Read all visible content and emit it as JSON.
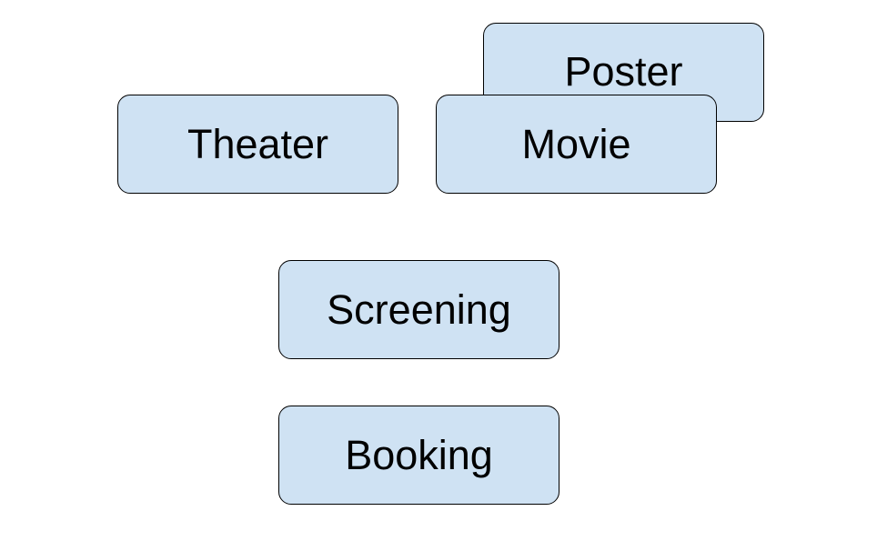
{
  "colors": {
    "node_fill": "#cfe2f3",
    "node_border": "#000000",
    "text": "#000000",
    "background": "#ffffff"
  },
  "nodes": {
    "poster": "Poster",
    "theater": "Theater",
    "movie": "Movie",
    "screening": "Screening",
    "booking": "Booking"
  }
}
